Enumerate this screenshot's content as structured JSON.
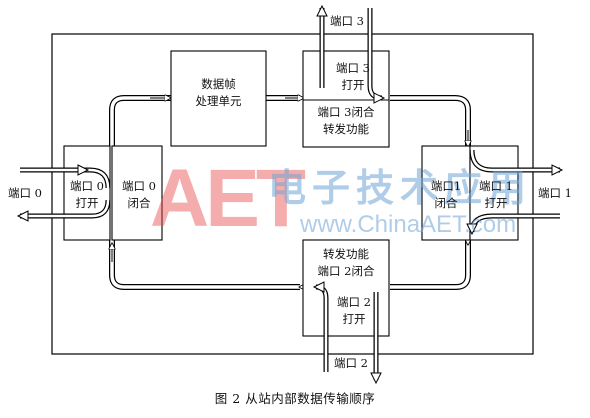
{
  "blocks": {
    "processing_unit": [
      "数据帧",
      "处理单元"
    ],
    "port0": {
      "open": [
        "端口 0",
        "打开"
      ],
      "closed": [
        "端口 0",
        "闭合"
      ]
    },
    "port1": {
      "closed": [
        "端口1",
        "闭合"
      ],
      "open": [
        "端口 1",
        "打开"
      ]
    },
    "port2": {
      "forward": [
        "转发功能",
        "端口 2闭合"
      ],
      "open": [
        "端口 2",
        "打开"
      ]
    },
    "port3": {
      "open": [
        "端口 3",
        "打开"
      ],
      "forward": [
        "端口 3闭合",
        "转发功能"
      ]
    }
  },
  "external_labels": {
    "port0": "端口 0",
    "port1": "端口 1",
    "port2": "端口 2",
    "port3": "端口 3"
  },
  "watermark": {
    "logo": "AET",
    "chinese": "电子技术应用",
    "url": "www.ChinaAET.com"
  },
  "caption": "图 2   从站内部数据传输顺序"
}
